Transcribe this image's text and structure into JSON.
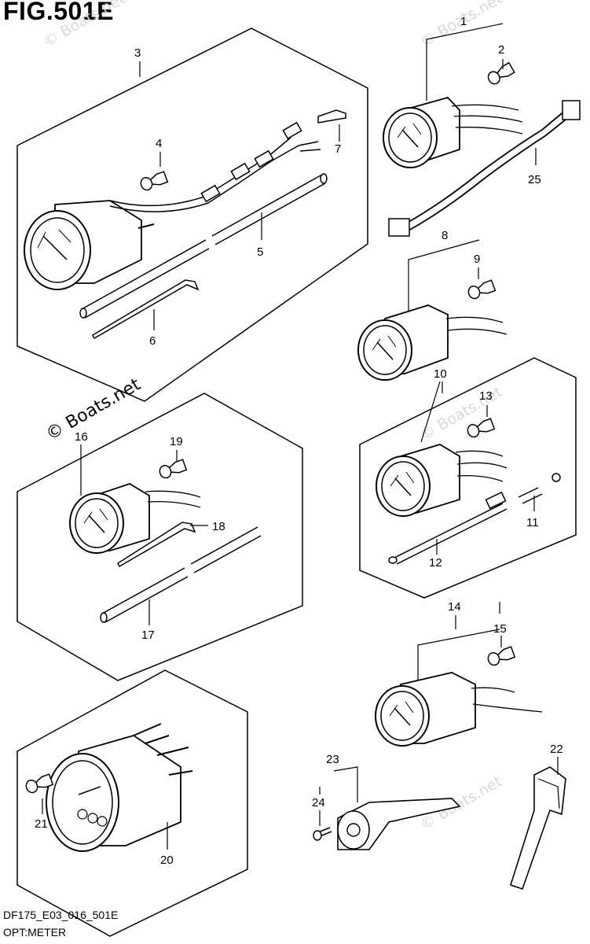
{
  "header": {
    "fig_label": "FIG.501E"
  },
  "footer": {
    "code": "DF175_E03_016_501E",
    "name": "OPT:METER"
  },
  "watermark": {
    "text": "© Boats.net"
  },
  "callouts": {
    "n1": "1",
    "n2": "2",
    "n3": "3",
    "n4": "4",
    "n5": "5",
    "n6": "6",
    "n7": "7",
    "n8": "8",
    "n9": "9",
    "n10": "10",
    "n11": "11",
    "n12": "12",
    "n13": "13",
    "n14": "14",
    "n15": "15",
    "n16": "16",
    "n17": "17",
    "n18": "18",
    "n19": "19",
    "n20": "20",
    "n21": "21",
    "n22": "22",
    "n23": "23",
    "n24": "24",
    "n25": "25"
  }
}
